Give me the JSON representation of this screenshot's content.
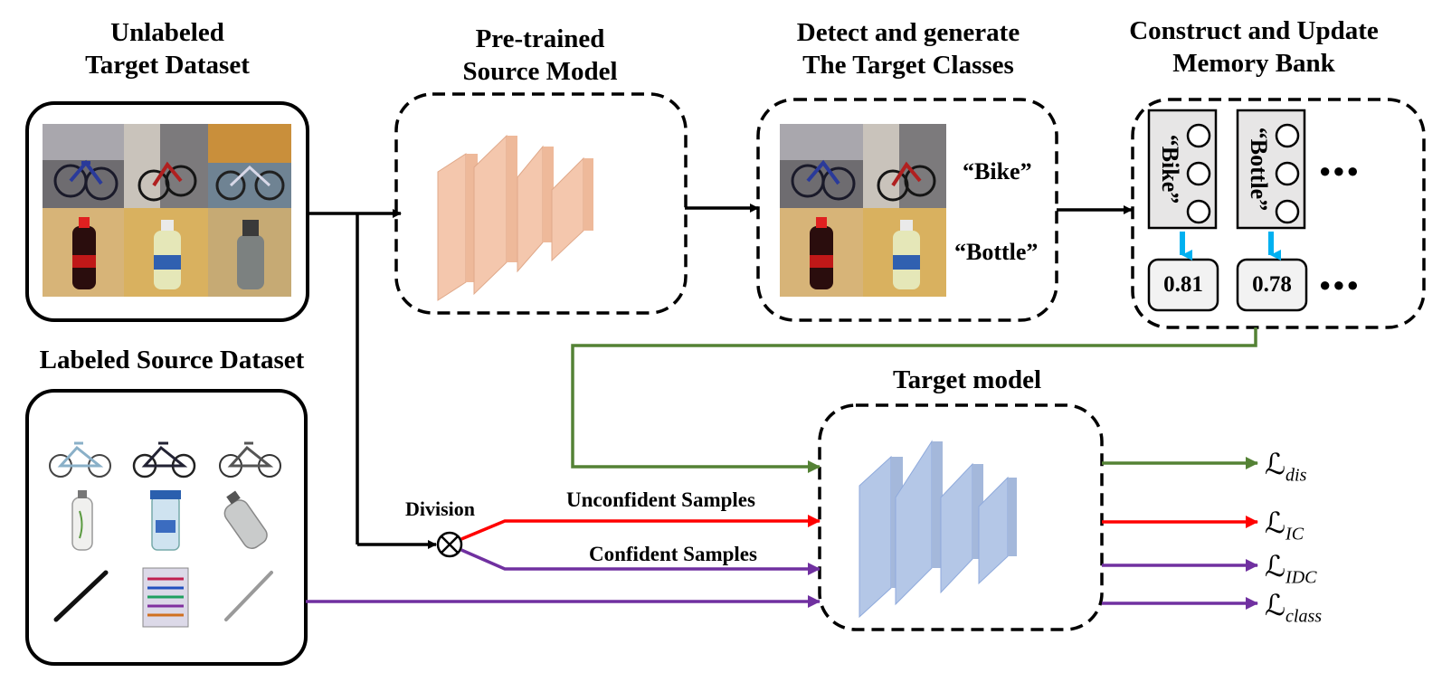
{
  "titles": {
    "unlabeled_target": [
      "Unlabeled",
      "Target Dataset"
    ],
    "pretrained": [
      "Pre-trained",
      "Source Model"
    ],
    "detect": [
      "Detect and generate",
      "The Target Classes"
    ],
    "memory": [
      "Construct and Update",
      "Memory Bank"
    ],
    "labeled_source": "Labeled Source Dataset",
    "target_model": "Target model"
  },
  "detect_labels": [
    "“Bike”",
    "“Bottle”"
  ],
  "memory_bank": {
    "slots": [
      {
        "label": "“Bike”",
        "score": "0.81"
      },
      {
        "label": "“Bottle”",
        "score": "0.78"
      }
    ],
    "ellipsis": "●●●"
  },
  "division": {
    "label": "Division",
    "unconfident": "Unconfident Samples",
    "confident": "Confident Samples"
  },
  "losses": [
    {
      "base": "ℒ",
      "sub": "dis",
      "color": "#548235"
    },
    {
      "base": "ℒ",
      "sub": "IC",
      "color": "#ff0000"
    },
    {
      "base": "ℒ",
      "sub": "IDC",
      "color": "#7030a0"
    },
    {
      "base": "ℒ",
      "sub": "class",
      "color": "#7030a0"
    }
  ],
  "colors": {
    "green": "#548235",
    "red": "#ff0000",
    "purple": "#7030a0",
    "source_layer": "#f4c7ad",
    "target_layer": "#b4c7e7",
    "memory_arrow": "#00b0f0"
  }
}
